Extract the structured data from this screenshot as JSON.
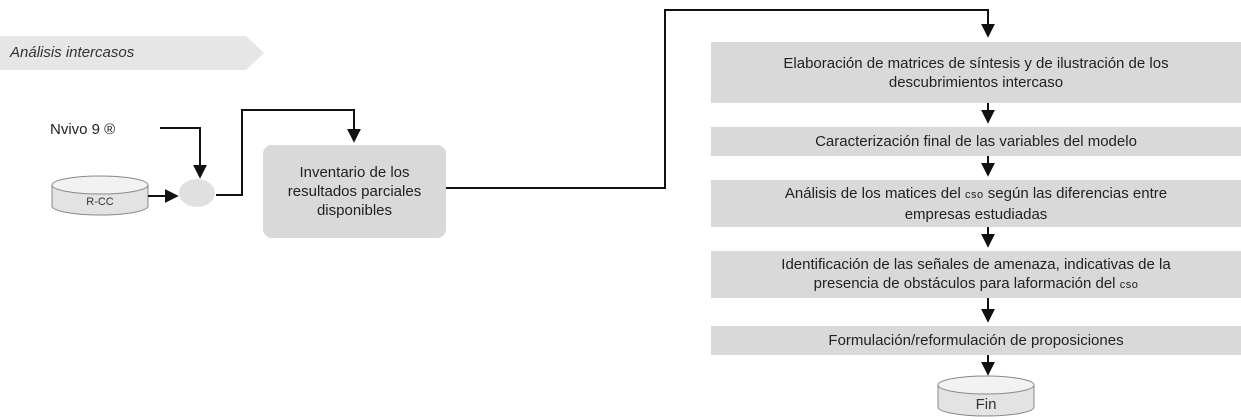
{
  "banner": {
    "label": "Análisis intercasos"
  },
  "inputs": {
    "software": "Nvivo 9 ®",
    "database": "R-CC"
  },
  "inventory": {
    "line1": "Inventario de los",
    "line2": "resultados parciales",
    "line3": "disponibles"
  },
  "steps": {
    "s1": {
      "line1": "Elaboración de matrices de síntesis y de ilustración de los",
      "line2": "descubrimientos intercaso"
    },
    "s2": {
      "line1": "Caracterización final de las variables del modelo"
    },
    "s3": {
      "line1a": "Análisis de los matices del ",
      "line1_sc": "cso",
      "line1b": " según las diferencias entre",
      "line2": "empresas estudiadas"
    },
    "s4": {
      "line1": "Identificación de las señales de amenaza, indicativas de la",
      "line2a": "presencia de obstáculos para laformación del ",
      "line2_sc": "cso"
    },
    "s5": {
      "line1": "Formulación/reformulación de proposiciones"
    }
  },
  "end": {
    "label": "Fin"
  },
  "colors": {
    "box_fill": "#d9d9d9",
    "banner_fill": "#e6e6e6",
    "line": "#111111",
    "cyl_fill": "#e3e3e3",
    "cyl_top": "#f2f2f2"
  }
}
